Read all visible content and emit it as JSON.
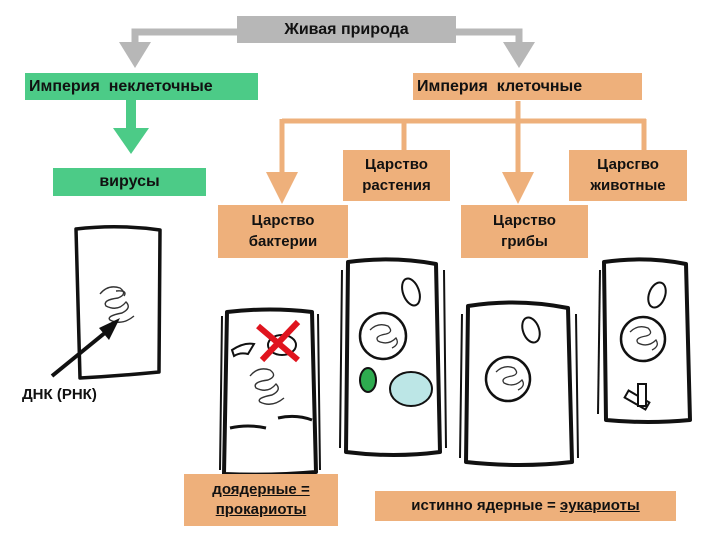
{
  "root": {
    "label": "Живая природа"
  },
  "empires": [
    {
      "label": "Империя  неклеточные"
    },
    {
      "label": "Империя  клеточные"
    }
  ],
  "viruses": {
    "label": "вирусы"
  },
  "kingdoms": {
    "plants": {
      "line1": "Царство",
      "line2": "растения"
    },
    "animals": {
      "line1": "Царсгво",
      "line2": "животные"
    },
    "bacteria": {
      "line1": "Царство",
      "line2": "бактерии"
    },
    "fungi": {
      "line1": "Царство",
      "line2": "грибы"
    }
  },
  "dna_label": "ДНК (РНК)",
  "prokaryotes": {
    "line1": "доядерные =",
    "line2": "прокариоты"
  },
  "eukaryotes": {
    "prefix": "истинно ядерные = ",
    "term": "эукариоты"
  },
  "colors": {
    "gray": "#b7b7b7",
    "green": "#4ccb87",
    "tan": "#eeb07b",
    "red": "#e0141e"
  }
}
